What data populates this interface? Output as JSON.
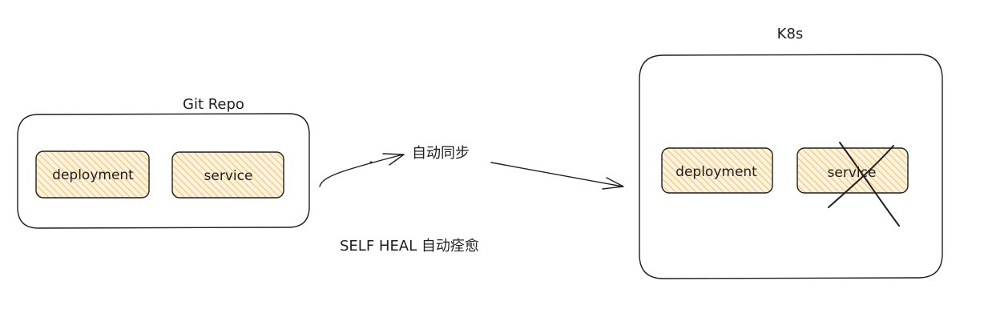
{
  "git_repo": {
    "title": "Git Repo",
    "items": [
      {
        "label": "deployment"
      },
      {
        "label": "service"
      }
    ]
  },
  "k8s": {
    "title": "K8s",
    "items": [
      {
        "label": "deployment"
      },
      {
        "label": "service",
        "crossed_out": true
      }
    ]
  },
  "sync_label": "自动同步",
  "self_heal_label": "SELF HEAL 自动痊愈",
  "colors": {
    "stroke": "#1e1e1e",
    "item_hatch": "#f5c26b",
    "item_fill": "#fdf3df",
    "background": "#ffffff"
  }
}
